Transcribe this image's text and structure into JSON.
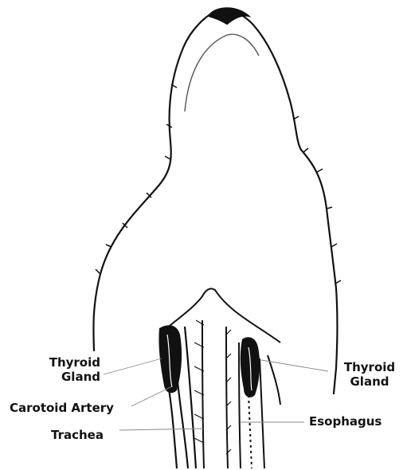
{
  "labels": {
    "thyroid_left_line1": "Thyroid",
    "thyroid_left_line2": "Gland",
    "thyroid_right_line1": "Thyroid",
    "thyroid_right_line2": "Gland",
    "carotoid_artery": "Carotoid Artery",
    "trachea": "Trachea",
    "esophagus": "Esophagus"
  },
  "colors": {
    "ink": "#111111",
    "fill": "#ffffff",
    "background": "#ffffff"
  }
}
